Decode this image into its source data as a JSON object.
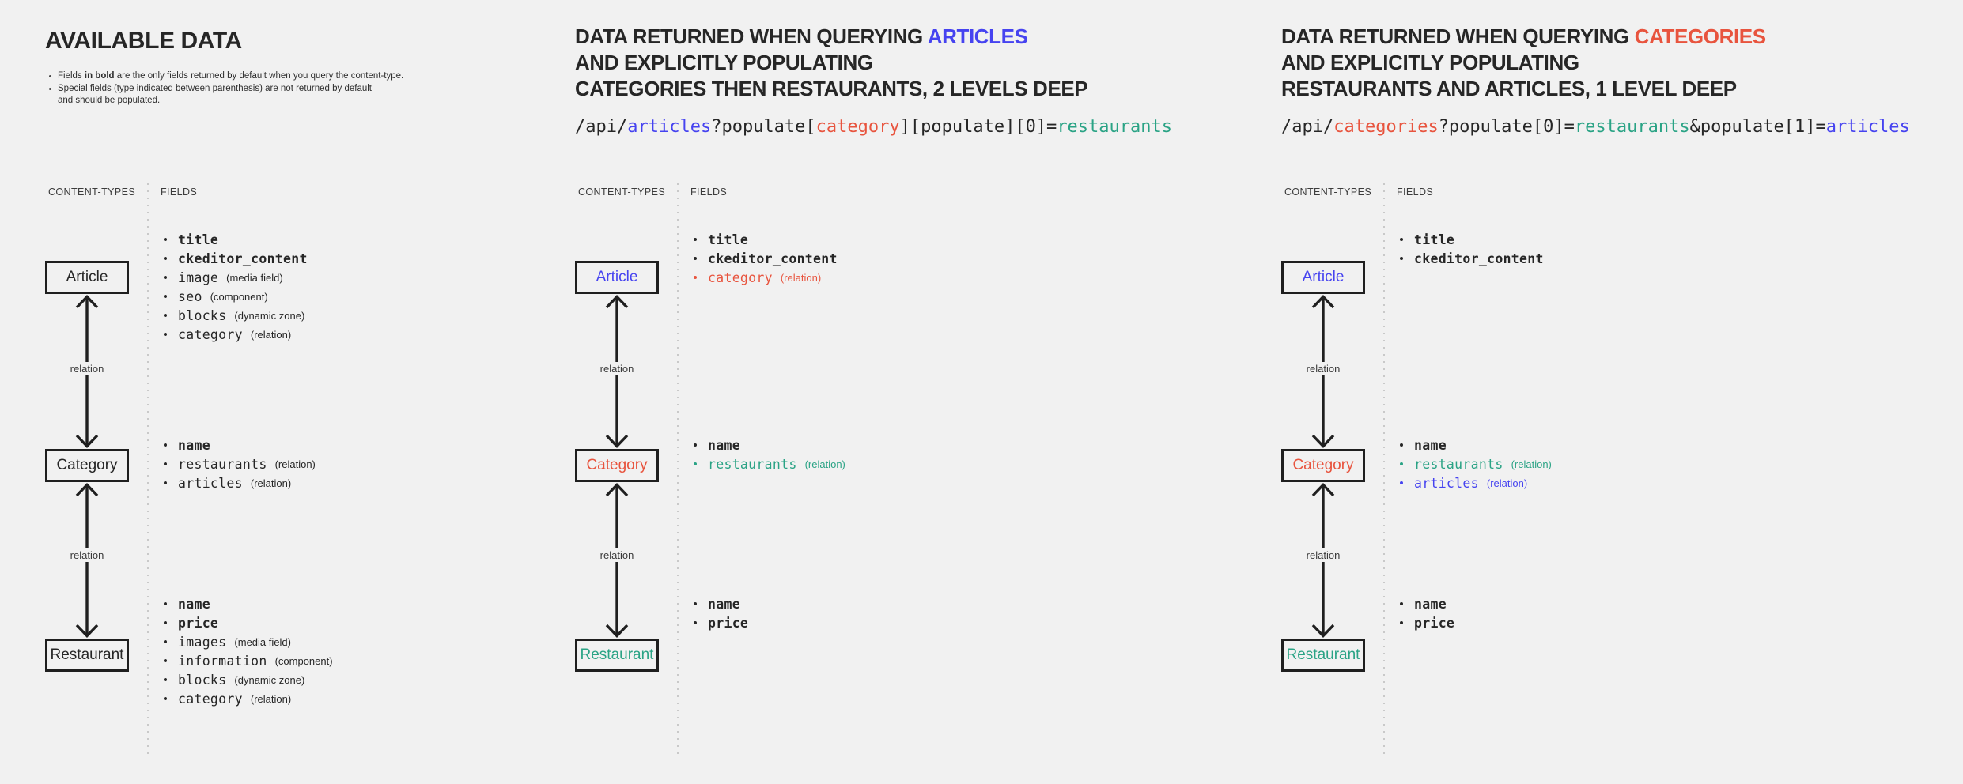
{
  "colors": {
    "dark": "#262626",
    "blue": "#4643f0",
    "red": "#e8543e",
    "teal": "#2aa385",
    "arrow": "#1f1f1f"
  },
  "panels": [
    {
      "title_lines": [
        [
          {
            "text": "AVAILABLE DATA",
            "color": "dark"
          }
        ]
      ],
      "notes": [
        {
          "parts": [
            {
              "text": "Fields "
            },
            {
              "text": "in bold",
              "bold": true
            },
            {
              "text": " are the only fields returned by default when you query the content-type."
            }
          ]
        },
        {
          "parts": [
            {
              "text": "Special fields (type indicated between parenthesis) are not returned by default"
            },
            {
              "br": true
            },
            {
              "text": "and should be populated."
            }
          ]
        }
      ],
      "columns": {
        "content_types_label": "CONTENT-TYPES",
        "fields_label": "FIELDS"
      },
      "relation_label": "relation",
      "content_types": [
        {
          "name": "Article",
          "color": "dark",
          "fields": [
            {
              "name": "title",
              "bold": true,
              "color": "dark"
            },
            {
              "name": "ckeditor_content",
              "bold": true,
              "color": "dark"
            },
            {
              "name": "image",
              "type": "(media field)",
              "color": "dark"
            },
            {
              "name": "seo",
              "type": "(component)",
              "color": "dark"
            },
            {
              "name": "blocks",
              "type": "(dynamic zone)",
              "color": "dark"
            },
            {
              "name": "category",
              "type": "(relation)",
              "color": "dark"
            }
          ]
        },
        {
          "name": "Category",
          "color": "dark",
          "fields": [
            {
              "name": "name",
              "bold": true,
              "color": "dark"
            },
            {
              "name": "restaurants",
              "type": "(relation)",
              "color": "dark"
            },
            {
              "name": "articles",
              "type": "(relation)",
              "color": "dark"
            }
          ]
        },
        {
          "name": "Restaurant",
          "color": "dark",
          "fields": [
            {
              "name": "name",
              "bold": true,
              "color": "dark"
            },
            {
              "name": "price",
              "bold": true,
              "color": "dark"
            },
            {
              "name": "images",
              "type": "(media field)",
              "color": "dark"
            },
            {
              "name": "information",
              "type": "(component)",
              "color": "dark"
            },
            {
              "name": "blocks",
              "type": "(dynamic zone)",
              "color": "dark"
            },
            {
              "name": "category",
              "type": "(relation)",
              "color": "dark"
            }
          ]
        }
      ]
    },
    {
      "title_lines": [
        [
          {
            "text": "DATA RETURNED WHEN QUERYING ",
            "color": "dark"
          },
          {
            "text": "ARTICLES",
            "color": "blue"
          }
        ],
        [
          {
            "text": "AND EXPLICITLY POPULATING",
            "color": "dark"
          }
        ],
        [
          {
            "text": "CATEGORIES THEN RESTAURANTS, 2 LEVELS DEEP",
            "color": "dark"
          }
        ]
      ],
      "url_segments": [
        {
          "text": "/api/",
          "color": "dark"
        },
        {
          "text": "articles",
          "color": "blue"
        },
        {
          "text": "?populate[",
          "color": "dark"
        },
        {
          "text": "category",
          "color": "red"
        },
        {
          "text": "][populate][0]=",
          "color": "dark"
        },
        {
          "text": "restaurants",
          "color": "teal"
        }
      ],
      "columns": {
        "content_types_label": "CONTENT-TYPES",
        "fields_label": "FIELDS"
      },
      "relation_label": "relation",
      "content_types": [
        {
          "name": "Article",
          "color": "blue",
          "fields": [
            {
              "name": "title",
              "bold": true,
              "color": "dark"
            },
            {
              "name": "ckeditor_content",
              "bold": true,
              "color": "dark"
            },
            {
              "name": "category",
              "type": "(relation)",
              "color": "red"
            }
          ]
        },
        {
          "name": "Category",
          "color": "red",
          "fields": [
            {
              "name": "name",
              "bold": true,
              "color": "dark"
            },
            {
              "name": "restaurants",
              "type": "(relation)",
              "color": "teal"
            }
          ]
        },
        {
          "name": "Restaurant",
          "color": "teal",
          "fields": [
            {
              "name": "name",
              "bold": true,
              "color": "dark"
            },
            {
              "name": "price",
              "bold": true,
              "color": "dark"
            }
          ]
        }
      ]
    },
    {
      "title_lines": [
        [
          {
            "text": "DATA RETURNED WHEN QUERYING ",
            "color": "dark"
          },
          {
            "text": "CATEGORIES",
            "color": "red"
          }
        ],
        [
          {
            "text": "AND EXPLICITLY POPULATING",
            "color": "dark"
          }
        ],
        [
          {
            "text": "RESTAURANTS AND ARTICLES, 1 LEVEL DEEP",
            "color": "dark"
          }
        ]
      ],
      "url_segments": [
        {
          "text": "/api/",
          "color": "dark"
        },
        {
          "text": "categories",
          "color": "red"
        },
        {
          "text": "?populate[0]=",
          "color": "dark"
        },
        {
          "text": "restaurants",
          "color": "teal"
        },
        {
          "text": "&populate[1]=",
          "color": "dark"
        },
        {
          "text": "articles",
          "color": "blue"
        }
      ],
      "columns": {
        "content_types_label": "CONTENT-TYPES",
        "fields_label": "FIELDS"
      },
      "relation_label": "relation",
      "content_types": [
        {
          "name": "Article",
          "color": "blue",
          "fields": [
            {
              "name": "title",
              "bold": true,
              "color": "dark"
            },
            {
              "name": "ckeditor_content",
              "bold": true,
              "color": "dark"
            }
          ]
        },
        {
          "name": "Category",
          "color": "red",
          "fields": [
            {
              "name": "name",
              "bold": true,
              "color": "dark"
            },
            {
              "name": "restaurants",
              "type": "(relation)",
              "color": "teal"
            },
            {
              "name": "articles",
              "type": "(relation)",
              "color": "blue"
            }
          ]
        },
        {
          "name": "Restaurant",
          "color": "teal",
          "fields": [
            {
              "name": "name",
              "bold": true,
              "color": "dark"
            },
            {
              "name": "price",
              "bold": true,
              "color": "dark"
            }
          ]
        }
      ]
    }
  ]
}
